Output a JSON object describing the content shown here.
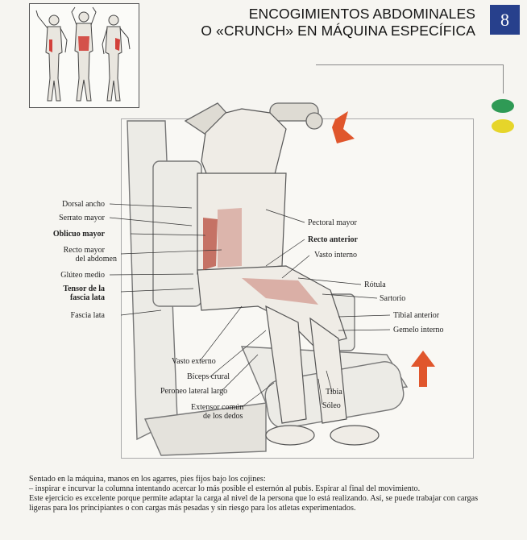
{
  "header": {
    "title_line1": "ENCOGIMIENTOS ABDOMINALES",
    "title_line2": "O «CRUNCH» EN MÁQUINA ESPECÍFICA",
    "exercise_number": "8",
    "badge_color": "#27408c"
  },
  "indicator_dots": [
    {
      "name": "green-dot",
      "color": "#2f9a55"
    },
    {
      "name": "yellow-dot",
      "color": "#e6d52a"
    }
  ],
  "labels_left": [
    {
      "text": "Dorsal ancho",
      "bold": false
    },
    {
      "text": "Serrato mayor",
      "bold": false
    },
    {
      "text": "Oblicuo mayor",
      "bold": true
    },
    {
      "text": "Recto mayor",
      "bold": false
    },
    {
      "text": "del abdomen",
      "bold": false
    },
    {
      "text": "Glúteo medio",
      "bold": false
    },
    {
      "text": "Tensor de la",
      "bold": true
    },
    {
      "text": "fascia lata",
      "bold": true
    },
    {
      "text": "Fascia lata",
      "bold": false
    }
  ],
  "labels_right": [
    {
      "text": "Pectoral mayor",
      "bold": false
    },
    {
      "text": "Recto anterior",
      "bold": true
    },
    {
      "text": "Vasto interno",
      "bold": false
    },
    {
      "text": "Rótula",
      "bold": false
    },
    {
      "text": "Sartorio",
      "bold": false
    },
    {
      "text": "Tibial anterior",
      "bold": false
    },
    {
      "text": "Gemelo interno",
      "bold": false
    }
  ],
  "labels_bottom": [
    {
      "text": "Vasto externo",
      "bold": false
    },
    {
      "text": "Bíceps crural",
      "bold": false
    },
    {
      "text": "Peroneo lateral largo",
      "bold": false
    },
    {
      "text": "Extensor común",
      "bold": false
    },
    {
      "text": "de los dedos",
      "bold": false
    },
    {
      "text": "Tibia",
      "bold": false
    },
    {
      "text": "Sóleo",
      "bold": false
    }
  ],
  "description": {
    "line1": "Sentado en la máquina, manos en los agarres, pies fijos bajo los cojines:",
    "line2": "– inspirar e incurvar la columna intentando acercar lo más posible el esternón al pubis. Espirar al final del movimiento.",
    "line3": "Este ejercicio es excelente porque permite adaptar la carga al nivel de la persona que lo está realizando. Así, se puede trabajar con cargas",
    "line4": "ligeras para los principiantes o con cargas más pesadas y sin riesgo para los atletas experimentados."
  },
  "arrow_color": "#e0562c"
}
